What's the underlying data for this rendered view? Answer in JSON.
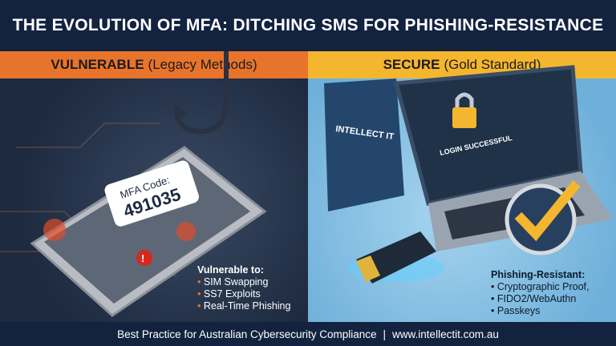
{
  "title": "THE EVOLUTION OF MFA: DITCHING SMS FOR PHISHING-RESISTANCE",
  "left": {
    "header_bold": "VULNERABLE",
    "header_rest": "(Legacy Methods)",
    "sms_label": "MFA Code:",
    "sms_code": "491035",
    "list_heading": "Vulnerable to:",
    "items": [
      "SIM Swapping",
      "SS7 Exploits",
      "Real-Time Phishing"
    ],
    "accent": "#e8742c"
  },
  "right": {
    "header_bold": "SECURE",
    "header_rest": "(Gold Standard)",
    "brand": "INTELLECT IT",
    "screen_text": "LOGIN SUCCESSFUL",
    "list_heading": "Phishing-Resistant:",
    "items": [
      "Cryptographic Proof,",
      "FIDO2/WebAuthn",
      "Passkeys"
    ],
    "accent": "#f4b62e"
  },
  "footer": {
    "text": "Best Practice for Australian Cybersecurity Compliance",
    "separator": "|",
    "url": "www.intellectit.com.au"
  }
}
